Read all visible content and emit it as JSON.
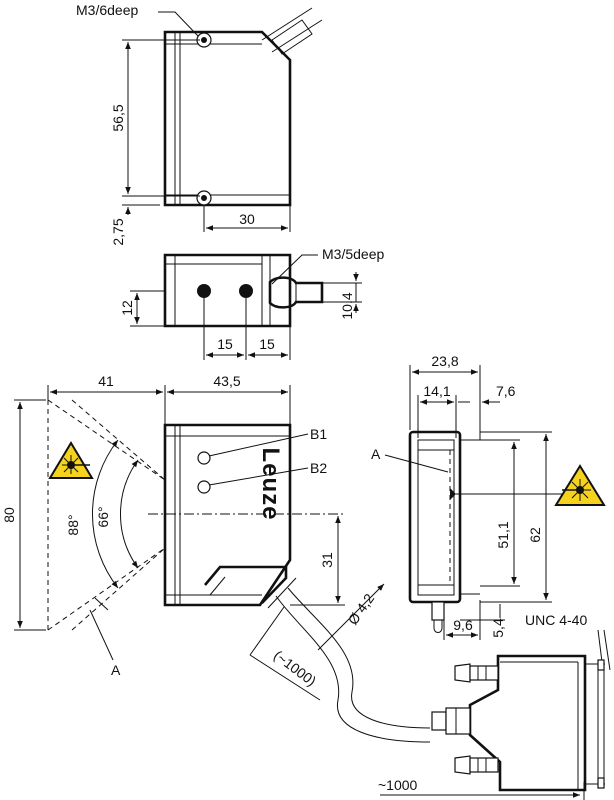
{
  "labels": {
    "thread_top": "M3/6deep",
    "thread_mid": "M3/5deep",
    "b1": "B1",
    "b2": "B2",
    "a_left": "A",
    "a_right": "A",
    "unc": "UNC 4-40"
  },
  "dims": {
    "h565": "56,5",
    "h275": "2,75",
    "w30": "30",
    "h12": "12",
    "w15a": "15",
    "w15b": "15",
    "d104": "10,4",
    "w41": "41",
    "w435": "43,5",
    "h80": "80",
    "ang88": "88°",
    "ang66": "66°",
    "h31": "31",
    "dia42": "Ø 4,2",
    "cable1000a": "(~1000)",
    "cable1000b": "~1000",
    "w238": "23,8",
    "w141": "14,1",
    "w76": "7,6",
    "h511": "51,1",
    "h62": "62",
    "w96": "9,6",
    "h54": "5,4"
  },
  "brand": "Leuze",
  "colors": {
    "line": "#111111",
    "laser_warning": "#f5d21e"
  },
  "icons": [
    "laser-warning-icon",
    "laser-warning-icon"
  ]
}
